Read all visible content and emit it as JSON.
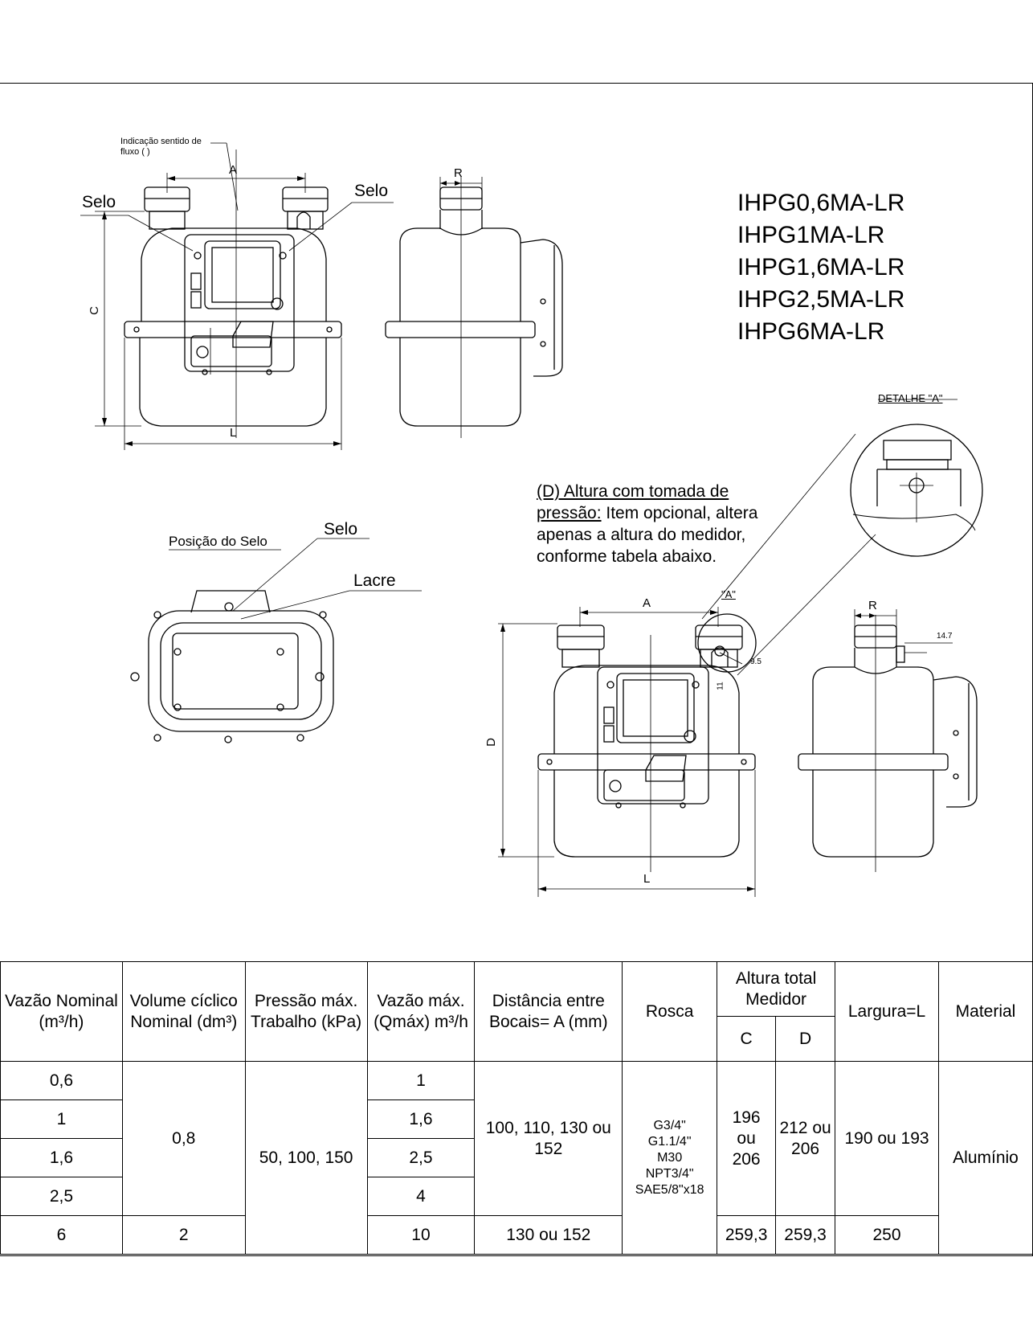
{
  "models": [
    "IHPG0,6MA-LR",
    "IHPG1MA-LR",
    "IHPG1,6MA-LR",
    "IHPG2,5MA-LR",
    "IHPG6MA-LR"
  ],
  "drawing1": {
    "flow_indication_line1": "Indicação sentido de",
    "flow_indication_line2": "fluxo (        )",
    "seal_left": "Selo",
    "seal_right": "Selo",
    "dim_a": "A",
    "dim_c": "C",
    "dim_l": "L",
    "dim_r": "R"
  },
  "seal_view": {
    "position_label": "Posição do Selo",
    "seal": "Selo",
    "lacre": "Lacre"
  },
  "detail": {
    "title": "DETALHE \"A\"",
    "marker": "\"A\""
  },
  "note": {
    "underlined_1": "(D) Altura com tomada de",
    "underlined_2": "pressão:",
    "rest_2": " Item opcional, altera",
    "line_3": "apenas a altura do medidor,",
    "line_4": "conforme tabela abaixo."
  },
  "drawing2": {
    "dim_a": "A",
    "dim_d": "D",
    "dim_l": "L",
    "dim_r": "R",
    "dim_14_7": "14.7",
    "dim_9_5": "9.5",
    "dim_11": "11"
  },
  "table": {
    "headers": {
      "flow_nominal": "Vazão Nominal (m³/h)",
      "cyclic_volume": "Volume cíclico Nominal (dm³)",
      "pressure": "Pressão máx. Trabalho (kPa)",
      "flow_max": "Vazão máx. (Qmáx) m³/h",
      "distance": "Distância entre Bocais= A (mm)",
      "thread": "Rosca",
      "height_total": "Altura total Medidor",
      "height_c": "C",
      "height_d": "D",
      "width": "Largura=L",
      "material": "Material"
    },
    "flow_nominal": [
      "0,6",
      "1",
      "1,6",
      "2,5",
      "6"
    ],
    "cyclic_volume": [
      "0,8",
      "2"
    ],
    "pressure": "50, 100, 150",
    "flow_max": [
      "1",
      "1,6",
      "2,5",
      "4",
      "10"
    ],
    "distance": [
      "100, 110, 130 ou 152",
      "130 ou 152"
    ],
    "thread": [
      "G3/4\"",
      "G1.1/4\"",
      "M30",
      "NPT3/4\"",
      "SAE5/8\"x18"
    ],
    "height_c": [
      "196 ou 206",
      "259,3"
    ],
    "height_d": [
      "212 ou 206",
      "259,3"
    ],
    "width": [
      "190 ou 193",
      "250"
    ],
    "material": "Alumínio"
  }
}
